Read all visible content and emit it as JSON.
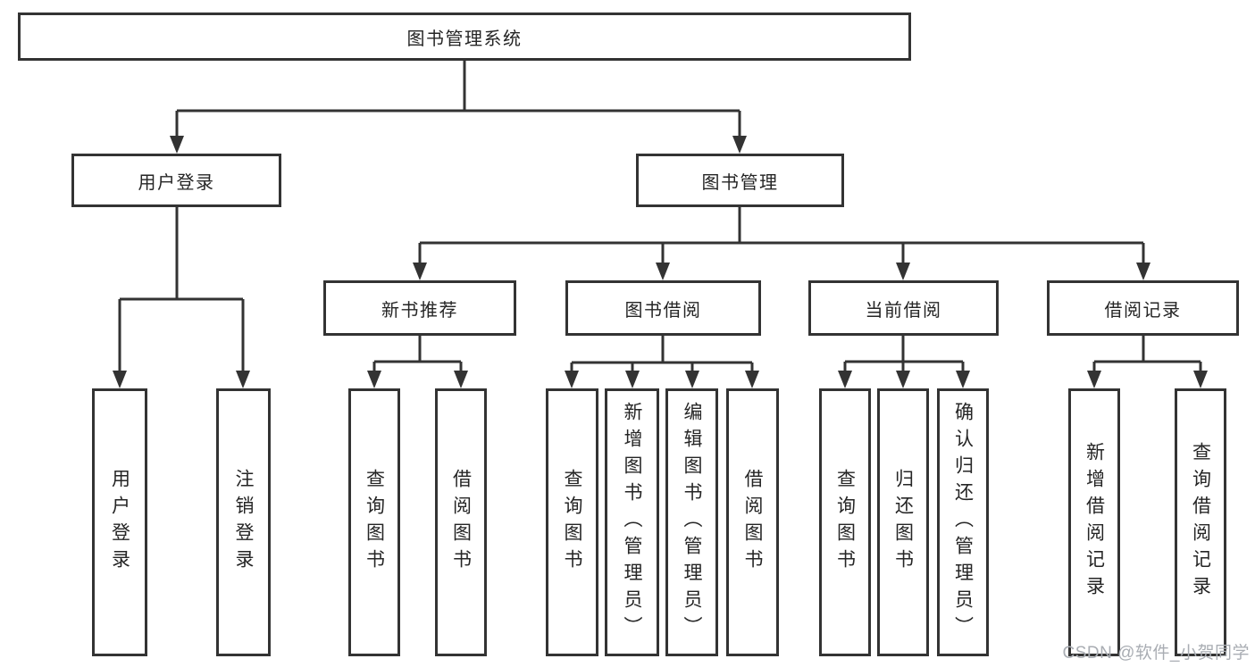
{
  "tree": {
    "root": {
      "label": "图书管理系统",
      "children": [
        {
          "label": "用户登录",
          "children": [
            {
              "label": "用户登录"
            },
            {
              "label": "注销登录"
            }
          ]
        },
        {
          "label": "图书管理",
          "children": [
            {
              "label": "新书推荐",
              "children": [
                {
                  "label": "查询图书"
                },
                {
                  "label": "借阅图书"
                }
              ]
            },
            {
              "label": "图书借阅",
              "children": [
                {
                  "label": "查询图书"
                },
                {
                  "label": "新增图书（管理员）"
                },
                {
                  "label": "编辑图书（管理员）"
                },
                {
                  "label": "借阅图书"
                }
              ]
            },
            {
              "label": "当前借阅",
              "children": [
                {
                  "label": "查询图书"
                },
                {
                  "label": "归还图书"
                },
                {
                  "label": "确认归还（管理员）"
                }
              ]
            },
            {
              "label": "借阅记录",
              "children": [
                {
                  "label": "新增借阅记录"
                },
                {
                  "label": "查询借阅记录"
                }
              ]
            }
          ]
        }
      ]
    }
  },
  "watermark": {
    "text": "CSDN @软件_小贺同学"
  },
  "colors": {
    "line": "#333333",
    "text": "#252525",
    "watermark": "#a9adb3",
    "background": "#ffffff"
  }
}
